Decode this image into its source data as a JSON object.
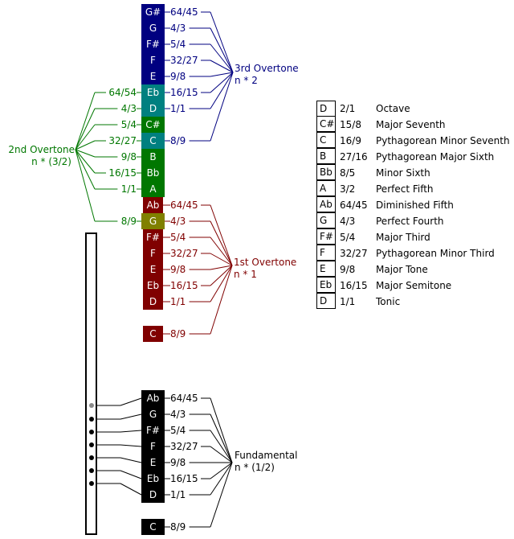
{
  "colors": {
    "third": "#000080",
    "third_teal": "#008080",
    "second": "#007700",
    "olive": "#808000",
    "first": "#800000",
    "fundamental": "#000000",
    "hole_grey": "#888888"
  },
  "groups": {
    "third": {
      "title": "3rd Overtone",
      "formula": "n * 2",
      "notes": [
        {
          "note": "G#",
          "ratio": "64/45"
        },
        {
          "note": "G",
          "ratio": "4/3"
        },
        {
          "note": "F#",
          "ratio": "5/4"
        },
        {
          "note": "F",
          "ratio": "32/27"
        },
        {
          "note": "E",
          "ratio": "9/8"
        },
        {
          "note": "Eb",
          "ratio": "16/15"
        },
        {
          "note": "D",
          "ratio": "1/1"
        },
        {
          "note": "C",
          "ratio": "8/9"
        }
      ]
    },
    "second": {
      "title": "2nd Overtone",
      "formula": "n * (3/2)",
      "notes": [
        {
          "note": "Eb",
          "ratio": "64/54"
        },
        {
          "note": "D",
          "ratio": "4/3"
        },
        {
          "note": "C#",
          "ratio": "5/4"
        },
        {
          "note": "C",
          "ratio": "32/27"
        },
        {
          "note": "B",
          "ratio": "9/8"
        },
        {
          "note": "Bb",
          "ratio": "16/15"
        },
        {
          "note": "A",
          "ratio": "1/1"
        },
        {
          "note": "G",
          "ratio": "8/9"
        }
      ]
    },
    "first": {
      "title": "1st Overtone",
      "formula": "n * 1",
      "notes": [
        {
          "note": "Ab",
          "ratio": "64/45"
        },
        {
          "note": "G",
          "ratio": "4/3"
        },
        {
          "note": "F#",
          "ratio": "5/4"
        },
        {
          "note": "F",
          "ratio": "32/27"
        },
        {
          "note": "E",
          "ratio": "9/8"
        },
        {
          "note": "Eb",
          "ratio": "16/15"
        },
        {
          "note": "D",
          "ratio": "1/1"
        },
        {
          "note": "C",
          "ratio": "8/9"
        }
      ]
    },
    "fundamental": {
      "title": "Fundamental",
      "formula": "n * (1/2)",
      "notes": [
        {
          "note": "Ab",
          "ratio": "64/45"
        },
        {
          "note": "G",
          "ratio": "4/3"
        },
        {
          "note": "F#",
          "ratio": "5/4"
        },
        {
          "note": "F",
          "ratio": "32/27"
        },
        {
          "note": "E",
          "ratio": "9/8"
        },
        {
          "note": "Eb",
          "ratio": "16/15"
        },
        {
          "note": "D",
          "ratio": "1/1"
        },
        {
          "note": "C",
          "ratio": "8/9"
        }
      ]
    }
  },
  "intervals": [
    {
      "note": "D",
      "ratio": "2/1",
      "name": "Octave"
    },
    {
      "note": "C#",
      "ratio": "15/8",
      "name": "Major Seventh"
    },
    {
      "note": "C",
      "ratio": "16/9",
      "name": "Pythagorean Minor Seventh"
    },
    {
      "note": "B",
      "ratio": "27/16",
      "name": "Pythagorean Major Sixth"
    },
    {
      "note": "Bb",
      "ratio": "8/5",
      "name": "Minor Sixth"
    },
    {
      "note": "A",
      "ratio": "3/2",
      "name": "Perfect Fifth"
    },
    {
      "note": "Ab",
      "ratio": "64/45",
      "name": "Diminished Fifth"
    },
    {
      "note": "G",
      "ratio": "4/3",
      "name": "Perfect Fourth"
    },
    {
      "note": "F#",
      "ratio": "5/4",
      "name": "Major Third"
    },
    {
      "note": "F",
      "ratio": "32/27",
      "name": "Pythagorean Minor Third"
    },
    {
      "note": "E",
      "ratio": "9/8",
      "name": "Major Tone"
    },
    {
      "note": "Eb",
      "ratio": "16/15",
      "name": "Major Semitone"
    },
    {
      "note": "D",
      "ratio": "1/1",
      "name": "Tonic"
    }
  ]
}
